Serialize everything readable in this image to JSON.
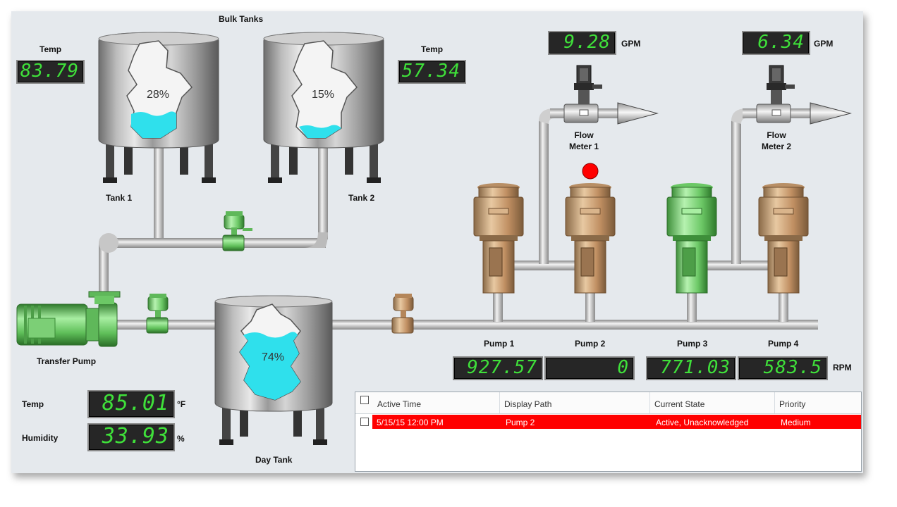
{
  "labels": {
    "bulk_tanks": "Bulk Tanks",
    "tank1": "Tank 1",
    "tank2": "Tank 2",
    "day_tank": "Day Tank",
    "transfer_pump": "Transfer Pump",
    "pump1": "Pump 1",
    "pump2": "Pump 2",
    "pump3": "Pump 3",
    "pump4": "Pump 4",
    "flow_meter1": "Flow Meter 1",
    "flow_meter2": "Flow Meter 2",
    "temp_left": "Temp",
    "temp_right": "Temp",
    "temp_bottom": "Temp",
    "humidity": "Humidity",
    "gpm1_unit": "GPM",
    "gpm2_unit": "GPM",
    "rpm_unit": "RPM",
    "temp_unit": "°F",
    "humidity_unit": "%"
  },
  "readouts": {
    "tank1_temp": "83.79",
    "tank2_temp": "57.34",
    "flow1_gpm": "9.28",
    "flow2_gpm": "6.34",
    "pump1_rpm": "927.57",
    "pump2_rpm": "0",
    "pump3_rpm": "771.03",
    "pump4_rpm": "583.5",
    "env_temp": "85.01",
    "env_humidity": "33.93"
  },
  "levels": {
    "tank1": "28%",
    "tank2": "15%",
    "day_tank": "74%"
  },
  "level_fractions": {
    "tank1": 0.28,
    "tank2": 0.15,
    "day_tank": 0.74
  },
  "colors": {
    "panel_bg": "#e5e9ed",
    "liquid": "#2fe0ec",
    "pump_bronze": "#c89a6b",
    "pump_green": "#8fe08a",
    "alarm_red": "#ff0000",
    "lcd_green": "#3fe03a"
  },
  "alarm_table": {
    "columns": [
      "Active Time",
      "Display Path",
      "Current State",
      "Priority"
    ],
    "rows": [
      {
        "active_time": "5/15/15 12:00 PM",
        "display_path": "Pump 2",
        "current_state": "Active, Unacknowledged",
        "priority": "Medium"
      }
    ]
  },
  "icons": {
    "alarm_indicator": "red-dot-icon",
    "flow_arrow": "arrow-right-icon"
  }
}
